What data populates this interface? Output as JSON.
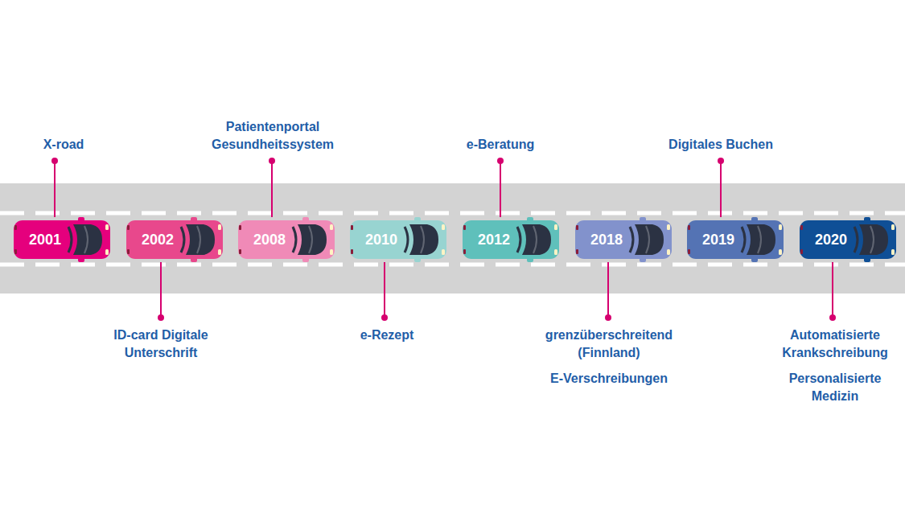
{
  "diagram": {
    "nodes": [
      {
        "text": [
          "2001"
        ]
      },
      {
        "text": [
          "2002"
        ]
      },
      {
        "text": [
          "2008"
        ]
      },
      {
        "text": [
          "2010"
        ]
      },
      {
        "text": [
          "2012"
        ]
      },
      {
        "text": [
          "2018"
        ]
      },
      {
        "text": [
          "2019"
        ]
      },
      {
        "text": [
          "2020"
        ]
      }
    ],
    "labels": [
      "X-road",
      "ID-card Digitale Unterschrift",
      "Patientenportal Gesundheitssystem",
      "e-Rezept",
      "e-Beratung",
      "grenzüberschreitend (Finnland)",
      "E-Verschreibungen",
      "Digitales Buchen",
      "Automatisierte Krankschreibung",
      "Personalisierte Medizin"
    ]
  }
}
